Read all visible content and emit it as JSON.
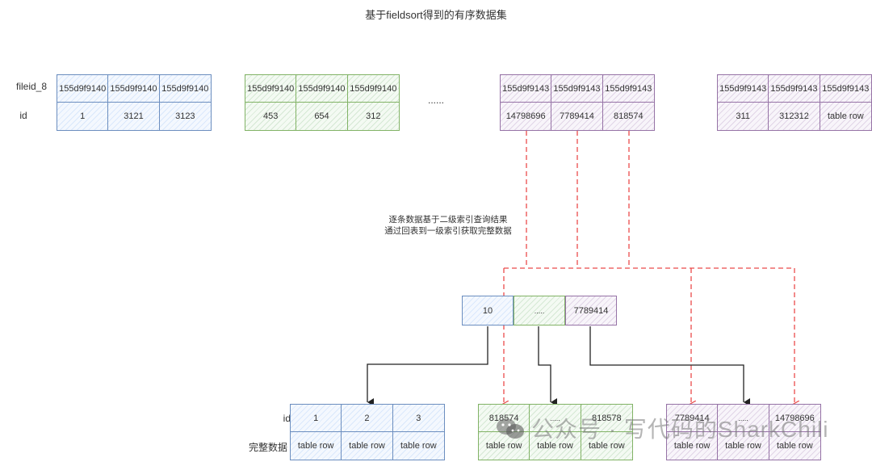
{
  "title": "基于fieldsort得到的有序数据集",
  "top_section": {
    "row_labels": {
      "key": "fileid_8",
      "id": "id"
    },
    "ellipsis": "......",
    "blocks": [
      {
        "color": "blue",
        "keys": [
          "155d9f9140",
          "155d9f9140",
          "155d9f9140"
        ],
        "ids": [
          "1",
          "3121",
          "3123"
        ]
      },
      {
        "color": "green",
        "keys": [
          "155d9f9140",
          "155d9f9140",
          "155d9f9140"
        ],
        "ids": [
          "453",
          "654",
          "312"
        ]
      },
      {
        "color": "purple",
        "keys": [
          "155d9f9143",
          "155d9f9143",
          "155d9f9143"
        ],
        "ids": [
          "14798696",
          "7789414",
          "818574"
        ]
      },
      {
        "color": "purple",
        "keys": [
          "155d9f9143",
          "155d9f9143",
          "155d9f9143"
        ],
        "ids": [
          "311",
          "312312",
          "table row"
        ]
      }
    ]
  },
  "note": {
    "line1": "逐条数据基于二级索引查询结果",
    "line2": "通过回表到一级索引获取完整数据"
  },
  "index_node": {
    "cells": [
      {
        "color": "blue",
        "value": "10"
      },
      {
        "color": "green",
        "value": "....."
      },
      {
        "color": "purple",
        "value": "7789414"
      }
    ]
  },
  "leaf_section": {
    "row_labels": {
      "id": "id",
      "data": "完整数据"
    },
    "blocks": [
      {
        "color": "blue",
        "ids": [
          "1",
          "2",
          "3"
        ],
        "rows": [
          "table row",
          "table row",
          "table row"
        ]
      },
      {
        "color": "green",
        "ids": [
          "818574",
          ".....",
          "818578"
        ],
        "rows": [
          "table row",
          "table row",
          "table row"
        ]
      },
      {
        "color": "purple",
        "ids": [
          "7789414",
          ".....",
          "14798696"
        ],
        "rows": [
          "table row",
          "table row",
          "table row"
        ]
      }
    ]
  },
  "colors": {
    "blue": "#6c8ebf",
    "green": "#82b366",
    "purple": "#9673a6",
    "dashed_arrow": "#ea4b4b",
    "solid_arrow": "#222222"
  },
  "watermark": "公众号 · 写代码的SharkChili"
}
